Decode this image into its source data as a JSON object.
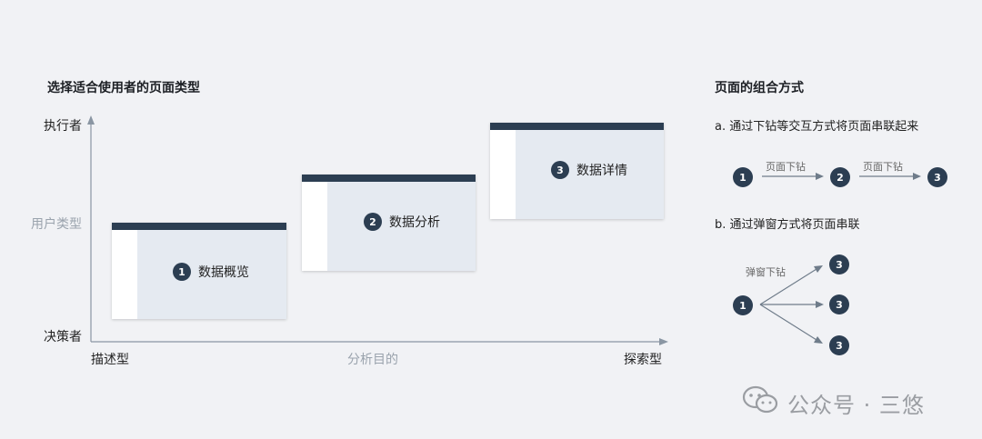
{
  "left": {
    "title": "选择适合使用者的页面类型",
    "y_axis": {
      "top": "执行者",
      "mid": "用户类型",
      "bottom": "决策者"
    },
    "x_axis": {
      "left": "描述型",
      "mid": "分析目的",
      "right": "探索型"
    },
    "cards": [
      {
        "num": "1",
        "label": "数据概览"
      },
      {
        "num": "2",
        "label": "数据分析"
      },
      {
        "num": "3",
        "label": "数据详情"
      }
    ]
  },
  "right": {
    "title": "页面的组合方式",
    "a": {
      "text": "a. 通过下钻等交互方式将页面串联起来",
      "nodes": [
        "1",
        "2",
        "3"
      ],
      "edge_labels": [
        "页面下钻",
        "页面下钻"
      ]
    },
    "b": {
      "text": "b. 通过弹窗方式将页面串联",
      "source": "1",
      "targets": [
        "3",
        "3",
        "3"
      ],
      "edge_label": "弹窗下钻"
    }
  },
  "watermark": {
    "text": "公众号 · 三悠",
    "icon": "wechat-icon"
  },
  "colors": {
    "dark": "#2c3e52",
    "card": "#e5eaf1",
    "bg": "#f1f2f5",
    "arrow": "#6f7c8a"
  }
}
